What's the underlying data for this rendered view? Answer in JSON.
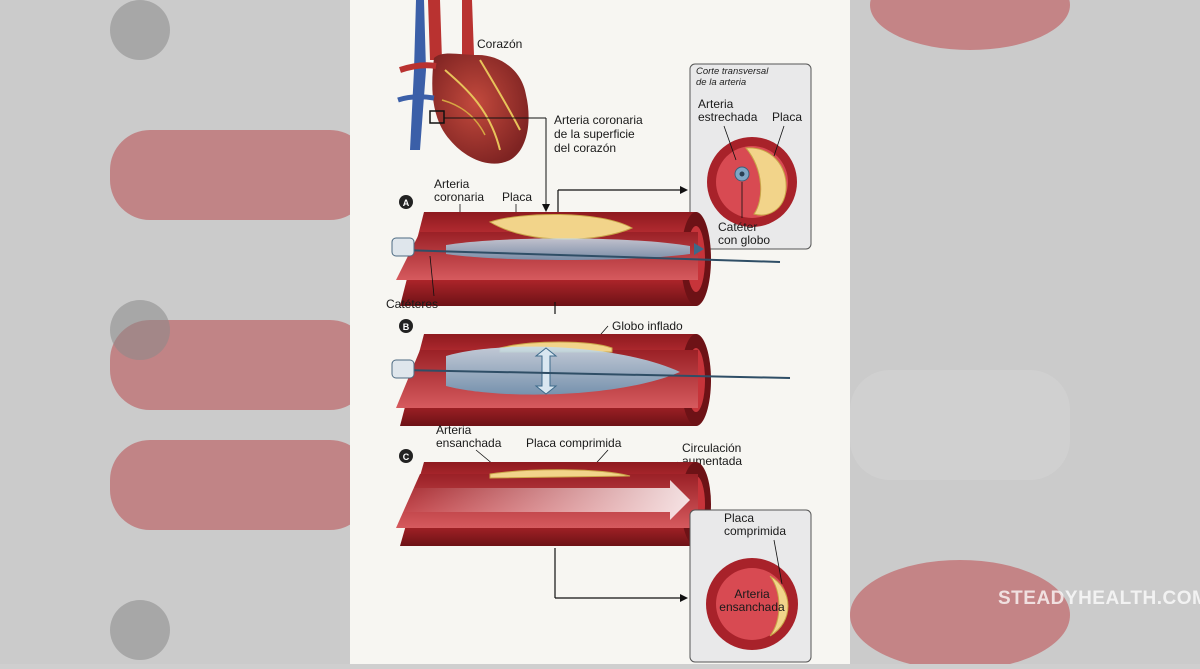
{
  "labels": {
    "heart": "Corazón",
    "coronary_surface": [
      "Arteria coronaria",
      "de la superficie",
      "del corazón"
    ],
    "cross_section_title": [
      "Corte transversal",
      "de la arteria"
    ],
    "narrowed_artery": [
      "Arteria",
      "estrechada"
    ],
    "plaque": "Placa",
    "balloon_catheter": [
      "Catéter",
      "con globo"
    ],
    "step_a": "A",
    "coronary_artery": [
      "Arteria",
      "coronaria"
    ],
    "plaque_a": "Placa",
    "catheters": "Catéteres",
    "step_b": "B",
    "inflated_balloon": "Globo inflado",
    "step_c": "C",
    "widened_artery": [
      "Arteria",
      "ensanchada"
    ],
    "compressed_plaque": "Placa comprimida",
    "increased_flow": [
      "Circulación",
      "aumentada"
    ],
    "compressed_plaque_inset": [
      "Placa",
      "comprimida"
    ],
    "widened_artery_inset": [
      "Arteria",
      "ensanchada"
    ]
  },
  "watermark": "STEADYHEALTH.COM",
  "colors": {
    "artery_red": "#b8262b",
    "artery_dark": "#7a1418",
    "plaque": "#f2d48a",
    "balloon": "#8fb6cf",
    "panel_bg": "#f7f6f2",
    "inset_bg": "#e9e9ea"
  }
}
